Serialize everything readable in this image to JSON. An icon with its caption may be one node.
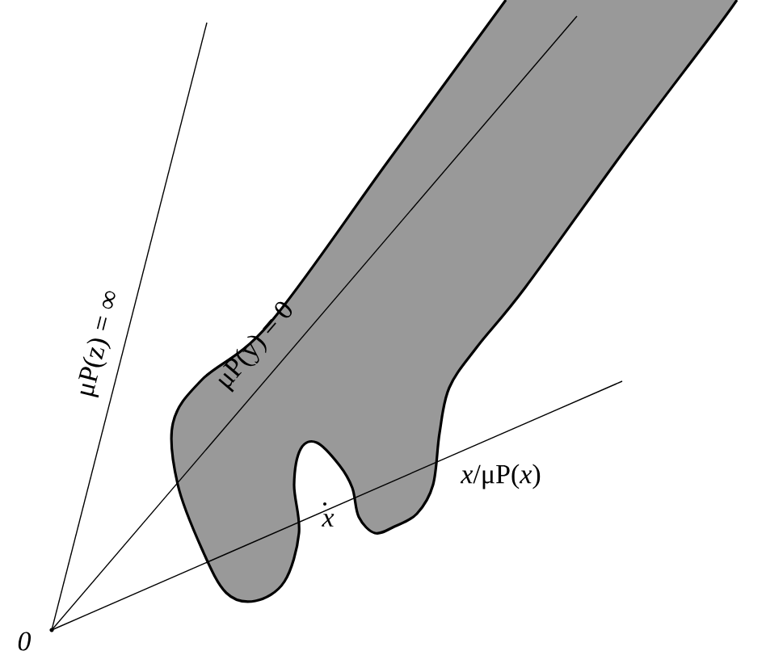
{
  "diagram": {
    "labels": [
      "μP(z) = ∞",
      "μP(y) = 0",
      "x",
      "*x*/μP(*x*)",
      "0"
    ]
  }
}
